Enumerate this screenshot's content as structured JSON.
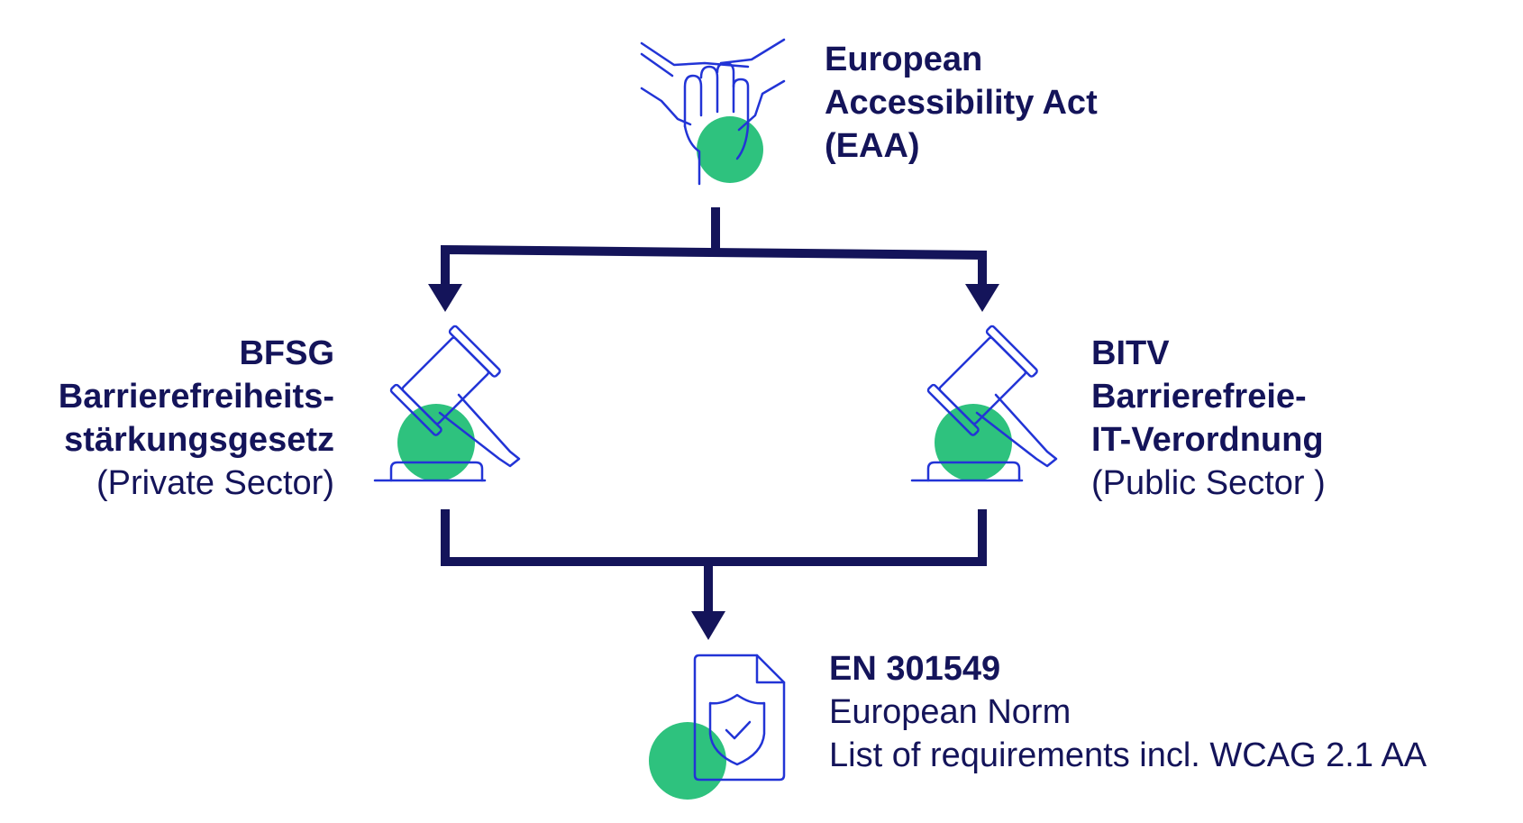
{
  "colors": {
    "navy": "#14145a",
    "icon_blue": "#2234d6",
    "accent_green": "#2ec27e"
  },
  "eaa": {
    "icon": "hands-together-icon",
    "line1": "European",
    "line2": "Accessibility Act",
    "line3": "(EAA)"
  },
  "bfsg": {
    "icon": "gavel-icon",
    "line1": "BFSG",
    "line2": "Barrierefreiheits-",
    "line3": "stärkungsgesetz",
    "line4": "(Private Sector)"
  },
  "bitv": {
    "icon": "gavel-icon",
    "line1": "BITV",
    "line2": "Barrierefreie-",
    "line3": "IT-Verordnung",
    "line4": "(Public Sector )"
  },
  "en": {
    "icon": "shield-document-icon",
    "line1": "EN 301549",
    "line2": "European Norm",
    "line3": "List of requirements incl. WCAG 2.1 AA"
  }
}
